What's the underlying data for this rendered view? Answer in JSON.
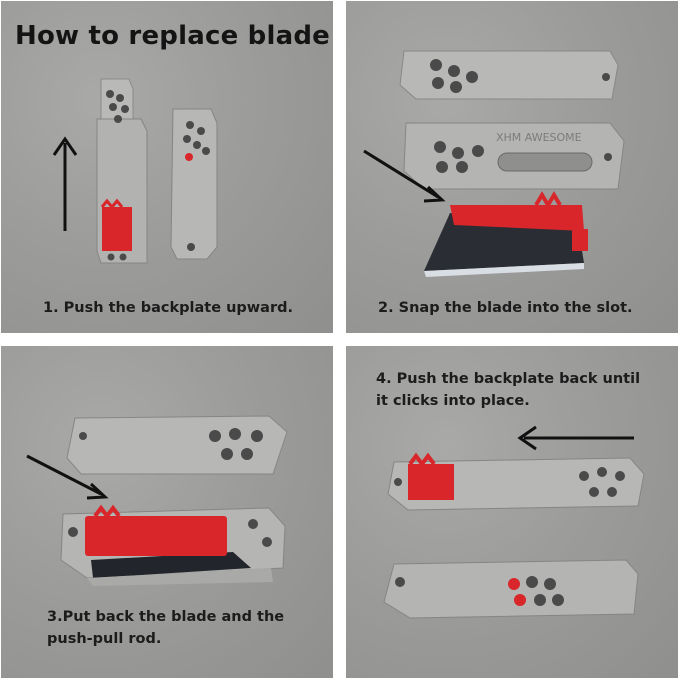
{
  "title": "How to replace blade",
  "steps": [
    {
      "caption": "1. Push the backplate upward."
    },
    {
      "caption": "2. Snap the  blade into the slot."
    },
    {
      "caption_lines": [
        "3.Put back the blade and the",
        "push-pull rod."
      ]
    },
    {
      "caption_lines": [
        "4. Push the backplate back until",
        "it clicks into place."
      ]
    }
  ],
  "engraving": "XHM AWESOME",
  "colors": {
    "plate": "#b7b7b5",
    "slider": "#d8262b",
    "blade_dark": "#2a2d33",
    "background": "#9d9d9b",
    "arrow": "#111111"
  }
}
